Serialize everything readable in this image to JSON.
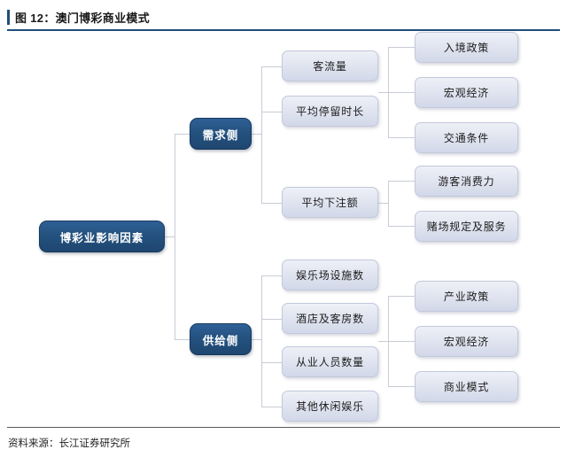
{
  "figure": {
    "label": "图 12：澳门博彩商业模式",
    "source": "资料来源：长江证券研究所",
    "accent_color": "#1f4e79",
    "node_dark_color": "#24527f",
    "node_light_color": "#dfe3ef",
    "connector_color": "#c9ccd6"
  },
  "diagram": {
    "type": "tree",
    "root": {
      "label": "博彩业影响因素"
    },
    "branches": [
      {
        "label": "需求侧",
        "children": [
          {
            "label": "客流量",
            "children": [
              {
                "label": "入境政策"
              },
              {
                "label": "宏观经济"
              },
              {
                "label": "交通条件"
              }
            ]
          },
          {
            "label": "平均停留时长",
            "children": []
          },
          {
            "label": "平均下注额",
            "children": [
              {
                "label": "游客消费力"
              },
              {
                "label": "赌场规定及服务"
              }
            ]
          }
        ]
      },
      {
        "label": "供给侧",
        "children": [
          {
            "label": "娱乐场设施数",
            "children": []
          },
          {
            "label": "酒店及客房数",
            "children": []
          },
          {
            "label": "从业人员数量",
            "children": []
          },
          {
            "label": "其他休闲娱乐",
            "children": []
          }
        ],
        "shared_children": [
          {
            "label": "产业政策"
          },
          {
            "label": "宏观经济"
          },
          {
            "label": "商业模式"
          }
        ]
      }
    ]
  }
}
